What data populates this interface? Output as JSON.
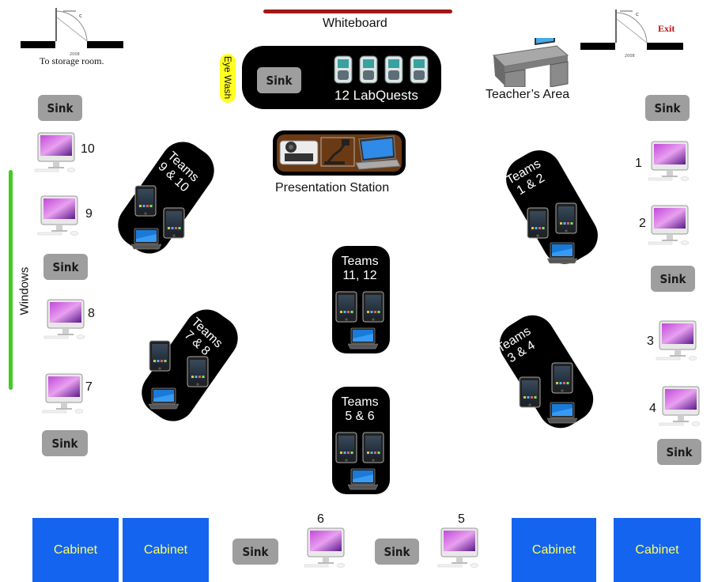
{
  "whiteboard": {
    "label": "Whiteboard",
    "color": "#a01818"
  },
  "doors": {
    "left": {
      "caption": "To storage room.",
      "tag": "2008"
    },
    "right": {
      "exit_label": "Exit",
      "tag": "2008"
    }
  },
  "front_counter": {
    "eye_wash": "Eye Wash",
    "sink": "Sink",
    "labquests": "12 LabQuests"
  },
  "teacher": {
    "label": "Teacher’s Area"
  },
  "presentation": {
    "label": "Presentation Station"
  },
  "windows": {
    "label": "Windows",
    "color": "#44cc22"
  },
  "sinks": [
    "Sink",
    "Sink",
    "Sink",
    "Sink",
    "Sink",
    "Sink",
    "Sink",
    "Sink"
  ],
  "computers": {
    "left": [
      "10",
      "9",
      "8",
      "7"
    ],
    "right": [
      "1",
      "2",
      "3",
      "4"
    ],
    "bottom": [
      "6",
      "5"
    ]
  },
  "teams": {
    "t9_10": "Teams\n9 & 10",
    "t1_2": "Teams\n1 & 2",
    "t11_12": "Teams\n11, 12",
    "t7_8": "Teams\n7 & 8",
    "t3_4": "Teams\n3 & 4",
    "t5_6": "Teams\n5 & 6"
  },
  "cabinets": [
    "Cabinet",
    "Cabinet",
    "Cabinet",
    "Cabinet"
  ],
  "colors": {
    "cabinet": "#1464f0",
    "cabinet_text": "#ffff66",
    "sink": "#9e9e9e",
    "team": "#000000"
  }
}
